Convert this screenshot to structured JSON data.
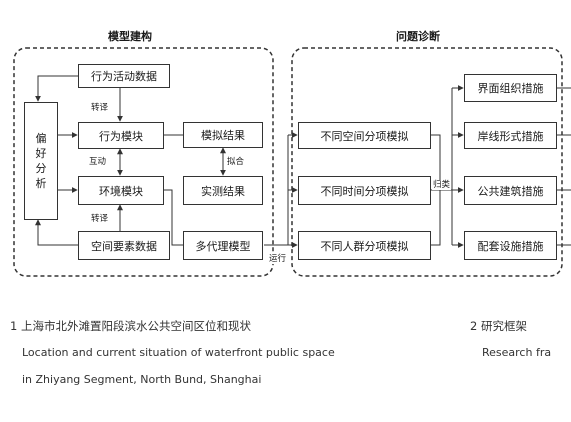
{
  "sections": {
    "left_title": "模型建构",
    "right_title": "问题诊断"
  },
  "boxes": {
    "behavior_data": "行为活动数据",
    "behavior_module": "行为模块",
    "environment_module": "环境模块",
    "spatial_data": "空间要素数据",
    "simulation_result": "模拟结果",
    "measured_result": "实测结果",
    "multi_agent_model": "多代理模型",
    "preference_analysis": [
      "偏",
      "好",
      "分",
      "析"
    ],
    "space_sim": "不同空间分项模拟",
    "time_sim": "不同时间分项模拟",
    "crowd_sim": "不同人群分项模拟",
    "interface_measure": "界面组织措施",
    "shoreline_measure": "岸线形式措施",
    "public_building_measure": "公共建筑措施",
    "facility_measure": "配套设施措施"
  },
  "labels": {
    "convert_top": "转译",
    "interact": "互动",
    "convert_bottom": "转译",
    "fit": "拟合",
    "run": "运行",
    "summarize": "归类"
  },
  "captions": {
    "fig1_cn": "1 上海市北外滩置阳段滨水公共空间区位和现状",
    "fig1_en_line1": "Location and current situation of waterfront public space",
    "fig1_en_line2": "in Zhiyang Segment, North Bund, Shanghai",
    "fig2_cn": "2 研究框架",
    "fig2_en": "Research fra"
  }
}
